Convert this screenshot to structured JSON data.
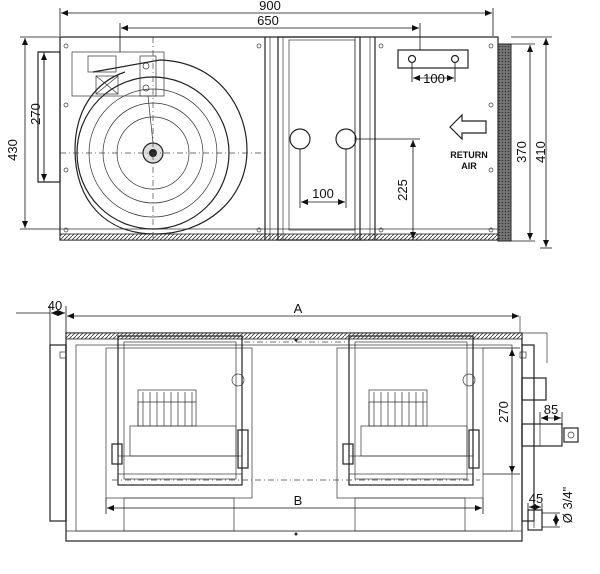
{
  "top_view": {
    "dim_overall_width": "900",
    "dim_inner_width": "650",
    "dim_left_height": "430",
    "dim_fan_height": "270",
    "dim_right_height_inner": "370",
    "dim_right_height_outer": "410",
    "dim_flange_holes": "100",
    "dim_pipe_spacing": "100",
    "dim_pipe_height": "225",
    "return_air_label_line1": "RETURN",
    "return_air_label_line2": "AIR"
  },
  "side_view": {
    "dim_offset": "40",
    "dim_a": "A",
    "dim_b": "B",
    "dim_height": "270",
    "dim_pipe": "85",
    "dim_drain": "45",
    "dim_drain_diameter": "Ø 3/4\""
  }
}
